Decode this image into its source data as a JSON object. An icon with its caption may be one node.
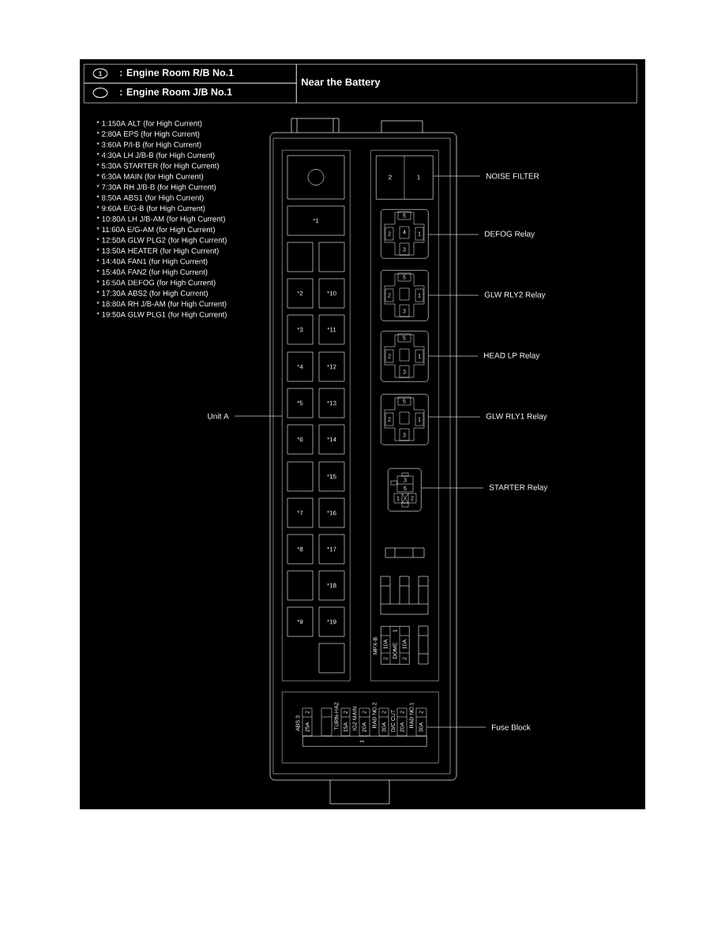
{
  "diagram": {
    "nodes": [
      {
        "text": [
          "1",
          ": Engine Room R/B No.1"
        ]
      },
      {
        "text": [
          ": Engine Room J/B No.1"
        ]
      },
      {
        "text": [
          "Near the Battery"
        ]
      },
      {
        "text": [],
        "shape": "box"
      },
      {
        "text": [],
        "shape": "box",
        "in": 3
      },
      {
        "text": [
          "*1"
        ],
        "in": 3
      },
      {
        "text": [],
        "shape": "box",
        "in": 3
      },
      {
        "text": [],
        "shape": "box",
        "in": 3
      },
      {
        "text": [
          "*2"
        ],
        "in": 3
      },
      {
        "text": [
          "*10"
        ],
        "in": 3
      },
      {
        "text": [
          "*3"
        ],
        "in": 3
      },
      {
        "text": [
          "*11"
        ],
        "in": 3
      },
      {
        "text": [
          "*4"
        ],
        "in": 3
      },
      {
        "text": [
          "*12"
        ],
        "in": 3
      },
      {
        "text": [
          "*5"
        ],
        "in": 3
      },
      {
        "text": [
          "*13"
        ],
        "in": 3
      },
      {
        "text": [
          "*6"
        ],
        "in": 3
      },
      {
        "text": [
          "*14"
        ],
        "in": 3
      },
      {
        "text": [],
        "shape": "box",
        "in": 3
      },
      {
        "text": [
          "*15"
        ],
        "in": 3
      },
      {
        "text": [
          "*7"
        ],
        "in": 3
      },
      {
        "text": [
          "*16"
        ],
        "in": 3
      },
      {
        "text": [
          "*8"
        ],
        "in": 3
      },
      {
        "text": [
          "*17"
        ],
        "in": 3
      },
      {
        "text": [],
        "shape": "box",
        "in": 3
      },
      {
        "text": [
          "*18"
        ],
        "in": 3
      },
      {
        "text": [
          "*9"
        ],
        "in": 3
      },
      {
        "text": [
          "*19"
        ],
        "in": 3
      },
      {
        "text": [],
        "shape": "box",
        "in": 3
      },
      {
        "text": [],
        "shape": "box"
      },
      {
        "text": [
          "2",
          "1"
        ],
        "in": 29
      },
      {
        "text": [
          "5",
          "2",
          "4",
          "1",
          "3"
        ],
        "in": 29
      },
      {
        "text": [
          "5",
          "2",
          "1",
          "3"
        ],
        "in": 29
      },
      {
        "text": [
          "5",
          "2",
          "1",
          "3"
        ],
        "in": 29
      },
      {
        "text": [
          "5",
          "2",
          "1",
          "3"
        ],
        "in": 29
      },
      {
        "text": [
          "3",
          "5",
          "1",
          "2"
        ],
        "in": 29
      },
      {
        "text": [
          "MPX-B",
          "2",
          "10A",
          "DOME",
          "1",
          "2",
          "10A"
        ],
        "in": 29
      },
      {
        "text": [],
        "shape": "box"
      },
      {
        "text": [
          "ABS 3",
          "2",
          "25A",
          "TURN-HAZ",
          "2",
          "15A",
          "IG2 MAIN",
          "2",
          "20A",
          "RAD NO.2",
          "2",
          "30A",
          "D/C CUT",
          "2",
          "20A",
          "RAD NO.1",
          "2",
          "30A",
          "1"
        ],
        "in": 37
      },
      {
        "text": [
          "Unit A"
        ]
      },
      {
        "text": [
          "NOISE FILTER"
        ]
      },
      {
        "text": [
          "DEFOG Relay"
        ]
      },
      {
        "text": [
          "GLW RLY2 Relay"
        ]
      },
      {
        "text": [
          "HEAD LP Relay"
        ]
      },
      {
        "text": [
          "GLW RLY1 Relay"
        ]
      },
      {
        "text": [
          "STARTER Relay"
        ]
      },
      {
        "text": [
          "Fuse Block"
        ]
      }
    ],
    "edges": [
      {
        "from": 39,
        "to": 3,
        "arrow": "none"
      },
      {
        "from": 40,
        "to": 30,
        "arrow": "none"
      },
      {
        "from": 41,
        "to": 31,
        "arrow": "none"
      },
      {
        "from": 42,
        "to": 32,
        "arrow": "none"
      },
      {
        "from": 43,
        "to": 33,
        "arrow": "none"
      },
      {
        "from": 44,
        "to": 34,
        "arrow": "none"
      },
      {
        "from": 45,
        "to": 35,
        "arrow": "none"
      },
      {
        "from": 46,
        "to": 38,
        "arrow": "none"
      }
    ],
    "labels": [
      "* 1:150A ALT (for High Current)",
      "* 2:80A EPS (for High Current)",
      "* 3:60A P/I-B (for High Current)",
      "* 4:30A LH J/B-B (for High Current)",
      "* 5:30A STARTER (for High Current)",
      "* 6:30A MAIN (for High Current)",
      "* 7:30A RH J/B-B (for High Current)",
      "* 8:50A ABS1 (for High Current)",
      "* 9:60A E/G-B (for High Current)",
      "* 10:80A LH J/B-AM (for High Current)",
      "* 11:60A E/G-AM (for High Current)",
      "* 12:50A GLW PLG2 (for High Current)",
      "* 13:50A HEATER (for High Current)",
      "* 14:40A FAN1 (for High Current)",
      "* 15:40A FAN2 (for High Current)",
      "* 16:50A DEFOG (for High Current)",
      "* 17:30A ABS2 (for High Current)",
      "* 18:80A RH J/B-AM (for High Current)",
      "* 19:50A GLW PLG1 (for High Current)"
    ]
  }
}
